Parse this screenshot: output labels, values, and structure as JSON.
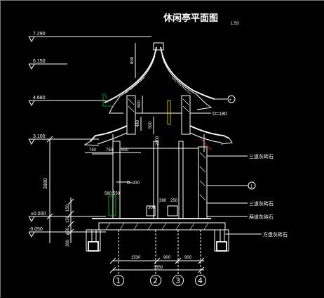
{
  "title": "休闲亭平面图",
  "scale": "1:50",
  "elevations": [
    "7.290",
    "6.150",
    "4.680",
    "3.100",
    "±0.000",
    "-0.050"
  ],
  "left_dims": [
    "3980",
    "150",
    "150",
    "450",
    "300"
  ],
  "top_dims": [
    "800",
    "600",
    "480",
    "500",
    "2100"
  ],
  "inner_dims": [
    "750",
    "500",
    "580",
    "550",
    "390",
    "250",
    "300"
  ],
  "d_labels": [
    "D=180",
    "D=200"
  ],
  "bottom_dims": [
    "1530",
    "900",
    "900",
    "3350"
  ],
  "callouts": [
    "三道灰砖石",
    "三道灰砖石",
    "两道灰砖石",
    "方盘灰砖石"
  ],
  "axis_labels": [
    "1",
    "2",
    "3",
    "4"
  ],
  "marker_symbols": [
    "+",
    "1"
  ]
}
